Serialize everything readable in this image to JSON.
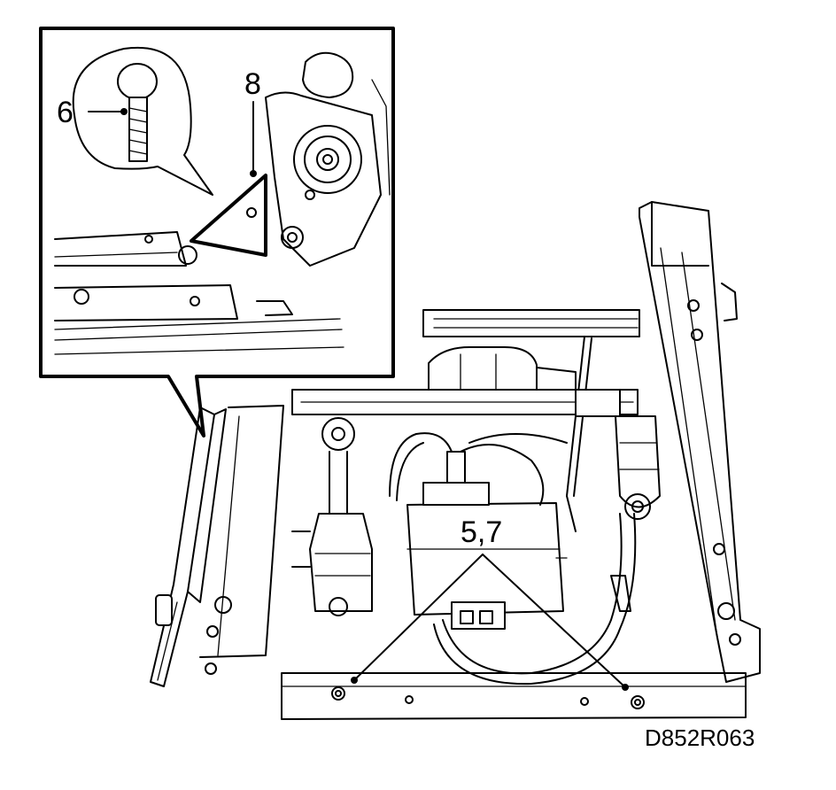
{
  "callouts": {
    "screw": "6",
    "bracket": "8",
    "bolts": "5,7"
  },
  "figure_code": "D852R063",
  "colors": {
    "line": "#000000",
    "background": "#ffffff"
  }
}
